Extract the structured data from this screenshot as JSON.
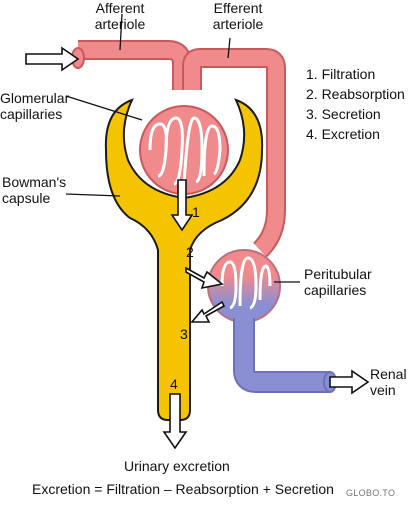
{
  "labels": {
    "afferent": [
      "Afferent",
      "arteriole"
    ],
    "efferent": [
      "Efferent",
      "arteriole"
    ],
    "glomerular": [
      "Glomerular",
      "capillaries"
    ],
    "bowmans": [
      "Bowman's",
      "capsule"
    ],
    "peritubular": [
      "Peritubular",
      "capillaries"
    ],
    "renal": [
      "Renal",
      "vein"
    ],
    "urinary": "Urinary excretion",
    "equation": "Excretion = Filtration – Reabsorption + Secretion"
  },
  "legend": [
    "1. Filtration",
    "2. Reabsorption",
    "3. Secretion",
    "4. Excretion"
  ],
  "arrow_numbers": [
    "1",
    "2",
    "3",
    "4"
  ],
  "watermark": "GLOBO.TO",
  "colors": {
    "artery": "#f08a8c",
    "artery_stroke": "#c95a5c",
    "vein": "#8a8fd4",
    "capsule": "#f5c400",
    "capsule_stroke": "#1a1a1a"
  }
}
